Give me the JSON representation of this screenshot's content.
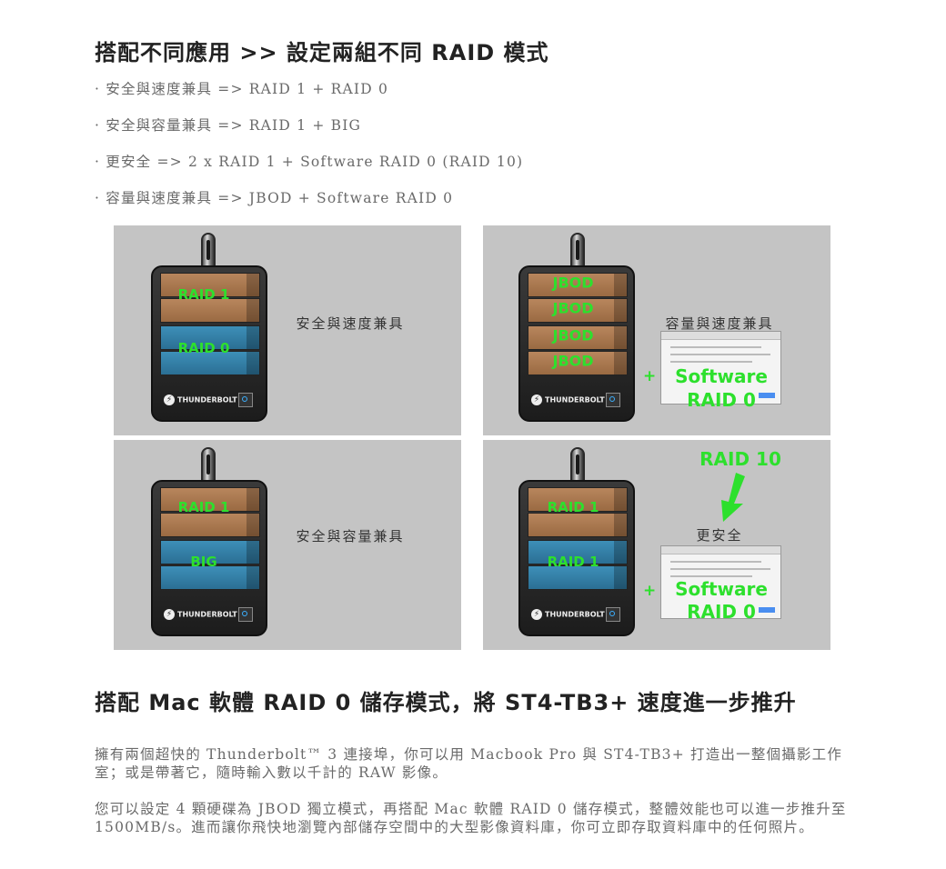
{
  "heading1": "搭配不同應用 >> 設定兩組不同 RAID 模式",
  "bullets": [
    "· 安全與速度兼具 => RAID 1 + RAID 0",
    "· 安全與容量兼具 => RAID 1 + BIG",
    "· 更安全 => 2 x RAID 1 + Software RAID 0 (RAID 10)",
    "· 容量與速度兼具 => JBOD + Software RAID 0"
  ],
  "panels": {
    "p1": {
      "bay1": "RAID 1",
      "bay2": "RAID 0",
      "caption": "安全與速度兼具",
      "brand": "THUNDERBOLT"
    },
    "p2": {
      "bays": [
        "JBOD",
        "JBOD",
        "JBOD",
        "JBOD"
      ],
      "caption": "容量與速度兼具",
      "plus": "+",
      "software": "Software",
      "raid": "RAID 0",
      "brand": "THUNDERBOLT"
    },
    "p3": {
      "bay1": "RAID 1",
      "bay2": "BIG",
      "caption": "安全與容量兼具",
      "brand": "THUNDERBOLT"
    },
    "p4": {
      "bay1": "RAID 1",
      "bay2": "RAID 1",
      "caption": "更安全",
      "top_label": "RAID 10",
      "plus": "+",
      "software": "Software",
      "raid": "RAID 0",
      "brand": "THUNDERBOLT"
    }
  },
  "heading2": "搭配 Mac 軟體 RAID 0 儲存模式，將 ST4-TB3+ 速度進一步推升",
  "paragraph1": "擁有兩個超快的 Thunderbolt™ 3 連接埠，你可以用 Macbook Pro 與 ST4-TB3+ 打造出一整個攝影工作室；或是帶著它，隨時輸入數以千計的 RAW 影像。",
  "paragraph2": "您可以設定 4 顆硬碟為 JBOD 獨立模式，再搭配 Mac 軟體 RAID 0 儲存模式，整體效能也可以進一步推升至 1500MB/s。進而讓你飛快地瀏覽內部儲存空間中的大型影像資料庫，你可立即存取資料庫中的任何照片。",
  "colors": {
    "label_green": "#2de02d",
    "panel_bg": "#c4c4c4",
    "bay_brown": "#a8744b",
    "bay_blue": "#3383ad"
  }
}
